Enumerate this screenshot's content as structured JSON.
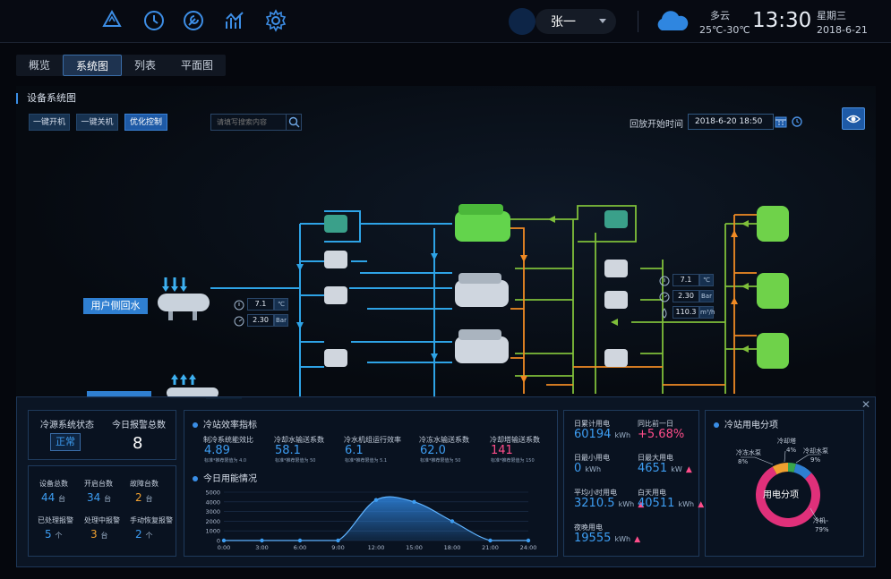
{
  "header": {
    "icons": [
      "recycle-icon",
      "clock-icon",
      "wrench-icon",
      "chart-icon",
      "gear-icon"
    ],
    "user": {
      "name": "张一"
    },
    "weather": {
      "condition": "多云",
      "temp": "25℃-30℃",
      "icon": "cloud-icon"
    },
    "time": "13:30",
    "weekday": "星期三",
    "date": "2018-6-21"
  },
  "tabs": [
    {
      "label": "概览",
      "active": false
    },
    {
      "label": "系统图",
      "active": true
    },
    {
      "label": "列表",
      "active": false
    },
    {
      "label": "平面图",
      "active": false
    }
  ],
  "main": {
    "title": "设备系统图",
    "buttons": {
      "start": "一键开机",
      "stop": "一键关机",
      "optimize": "优化控制"
    },
    "search_placeholder": "请填写搜索内容",
    "replay_label": "回放开始时间",
    "replay_value": "2018-6-20  18:50"
  },
  "diagram": {
    "user_return_label": "用户侧回水",
    "gauge_left": {
      "temp": "7.1",
      "temp_unit": "℃",
      "pressure": "2.30",
      "pressure_unit": "Bar"
    },
    "gauge_right": {
      "temp": "7.1",
      "temp_unit": "℃",
      "pressure": "2.30",
      "pressure_unit": "Bar",
      "flow": "110.3",
      "flow_unit": "m³/h"
    }
  },
  "colors": {
    "accent": "#3d9df2",
    "chilled_pipe": "#2ea3e6",
    "cooling_pipe": "#7fbf3a",
    "hot_pipe": "#f08a24",
    "green_equipment": "#5ad04a",
    "alarm_pink": "#ff4d8a",
    "warn_orange": "#f0a030"
  },
  "status": {
    "system_state_label": "冷源系统状态",
    "system_state_value": "正常",
    "alarm_today_label": "今日报警总数",
    "alarm_today_value": "8",
    "devices": [
      {
        "label": "设备总数",
        "value": "44",
        "unit": "台"
      },
      {
        "label": "开启台数",
        "value": "34",
        "unit": "台"
      },
      {
        "label": "故障台数",
        "value": "2",
        "unit": "台"
      }
    ],
    "alarms": [
      {
        "label": "已处理报警",
        "value": "5",
        "unit": "个"
      },
      {
        "label": "处理中报警",
        "value": "3",
        "unit": "台"
      },
      {
        "label": "手动恢复报警",
        "value": "2",
        "unit": "个"
      }
    ]
  },
  "efficiency": {
    "title": "冷站效率指标",
    "items": [
      {
        "label": "制冷系统能效比",
        "value": "4.89",
        "sub": "标准*推荐限值为 4.0"
      },
      {
        "label": "冷却水输送系数",
        "value": "58.1",
        "sub": "标准*推荐限值为 50"
      },
      {
        "label": "冷水机组运行效率",
        "value": "6.1",
        "sub": "标准*推荐限值为 5.1"
      },
      {
        "label": "冷冻水输送系数",
        "value": "62.0",
        "sub": "标准*推荐限值为 50"
      },
      {
        "label": "冷却塔输送系数",
        "value": "141",
        "sub": "标准*推荐限值为 150"
      }
    ]
  },
  "energy_title": "今日用能情况",
  "chart_data": {
    "type": "area",
    "title": "",
    "x": [
      "0:00",
      "3:00",
      "6:00",
      "9:00",
      "12:00",
      "15:00",
      "18:00",
      "21:00",
      "24:00"
    ],
    "series": [
      {
        "values": [
          0,
          0,
          0,
          0,
          4200,
          4000,
          2000,
          0,
          0
        ]
      }
    ],
    "xlabel": "",
    "ylabel": "",
    "yticks": [
      "0",
      "1000",
      "2000",
      "3000",
      "4000",
      "5000"
    ],
    "ylim": [
      0,
      5000
    ],
    "grid": true
  },
  "power_stats": [
    {
      "label": "日累计用电",
      "value": "60194",
      "unit": "kWh"
    },
    {
      "label": "同比前一日",
      "value": "+5.68%",
      "unit": ""
    },
    {
      "label": "日最小用电",
      "value": "0",
      "unit": "kWh"
    },
    {
      "label": "日最大用电",
      "value": "4651",
      "unit": "kW"
    },
    {
      "label": "平均小时用电",
      "value": "3210.5",
      "unit": "kWh"
    },
    {
      "label": "白天用电",
      "value": "40511",
      "unit": "kWh"
    },
    {
      "label": "夜晚用电",
      "value": "19555",
      "unit": "kWh"
    }
  ],
  "breakdown": {
    "title": "冷站用电分项",
    "center_label": "用电分项",
    "slices": [
      {
        "name": "冷机",
        "pct": "79%",
        "value": 79,
        "color": "#e0307a"
      },
      {
        "name": "冷冻水泵",
        "pct": "8%",
        "value": 8,
        "color": "#f0a030"
      },
      {
        "name": "冷却塔",
        "pct": "4%",
        "value": 4,
        "color": "#3aa64a"
      },
      {
        "name": "冷却水泵",
        "pct": "9%",
        "value": 9,
        "color": "#2f7fd1"
      }
    ]
  }
}
